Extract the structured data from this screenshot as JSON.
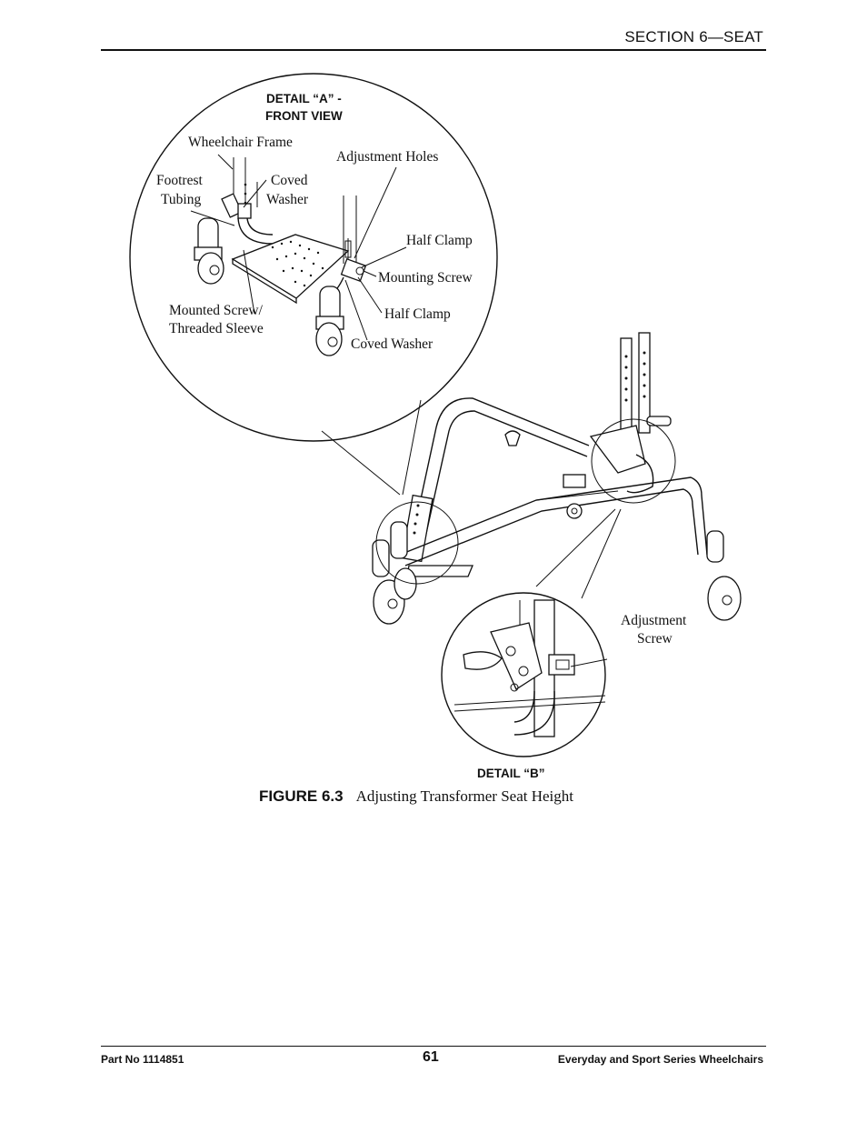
{
  "header": {
    "section_title": "SECTION 6—SEAT"
  },
  "figure": {
    "detail_a_title_line1": "DETAIL “A” -",
    "detail_a_title_line2": "FRONT VIEW",
    "labels": {
      "wheelchair_frame": "Wheelchair Frame",
      "adjustment_holes": "Adjustment Holes",
      "footrest_tubing_line1": "Footrest",
      "footrest_tubing_line2": "Tubing",
      "coved_washer_top_line1": "Coved",
      "coved_washer_top_line2": "Washer",
      "half_clamp_top": "Half Clamp",
      "mounting_screw": "Mounting Screw",
      "half_clamp_bottom": "Half Clamp",
      "mounted_screw_line1": "Mounted Screw/",
      "mounted_screw_line2": "Threaded Sleeve",
      "coved_washer_bottom": "Coved Washer",
      "adjustment_screw_line1": "Adjustment",
      "adjustment_screw_line2": "Screw"
    },
    "detail_b_title": "DETAIL “B”",
    "caption_number": "FIGURE 6.3",
    "caption_text": "Adjusting Transformer Seat Height"
  },
  "footer": {
    "part_no": "Part No 1114851",
    "page_number": "61",
    "product": "Everyday and Sport Series Wheelchairs"
  }
}
